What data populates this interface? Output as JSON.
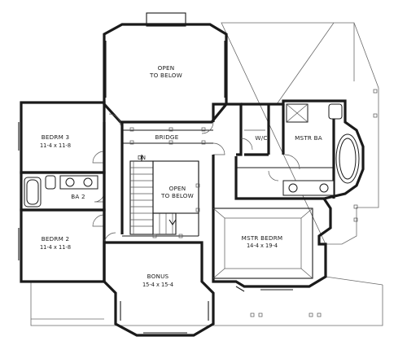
{
  "rooms": {
    "open_top": {
      "line1": "OPEN",
      "line2": "TO BELOW"
    },
    "bedroom3": {
      "name": "BEDRM 3",
      "dims": "11-4 x 11-8"
    },
    "bridge": {
      "name": "BRIDGE"
    },
    "wic": {
      "name": "W/C"
    },
    "master_bath": {
      "name": "MSTR BA"
    },
    "dn": {
      "name": "DN"
    },
    "open_mid": {
      "line1": "OPEN",
      "line2": "TO BELOW"
    },
    "bath2": {
      "name": "BA 2"
    },
    "master_bedroom": {
      "name": "MSTR BEDRM",
      "dims": "14-4 x 19-4"
    },
    "bedroom2": {
      "name": "BEDRM 2",
      "dims": "11-4 x 11-8"
    },
    "bonus": {
      "name": "BONUS",
      "dims": "15-4 x 15-4"
    }
  }
}
